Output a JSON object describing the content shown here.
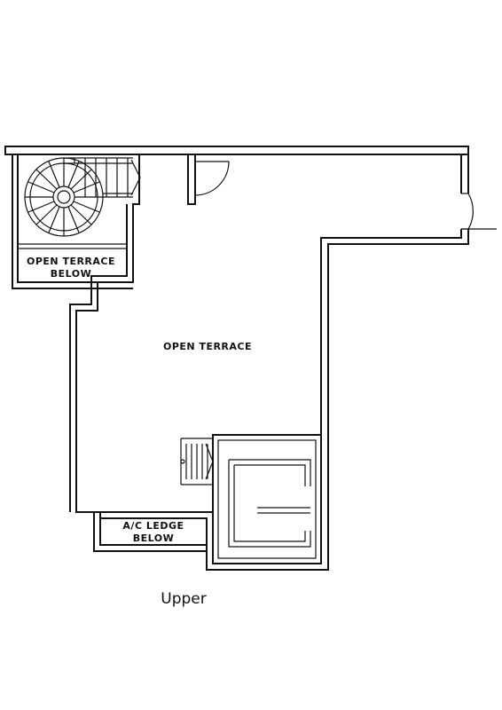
{
  "labels": {
    "open_terrace_below_line1": "OPEN TERRACE",
    "open_terrace_below_line2": "BELOW",
    "open_terrace": "OPEN TERRACE",
    "ac_ledge_line1": "A/C LEDGE",
    "ac_ledge_line2": "BELOW"
  },
  "caption": "Upper",
  "colors": {
    "line": "#111111",
    "background": "#ffffff"
  }
}
